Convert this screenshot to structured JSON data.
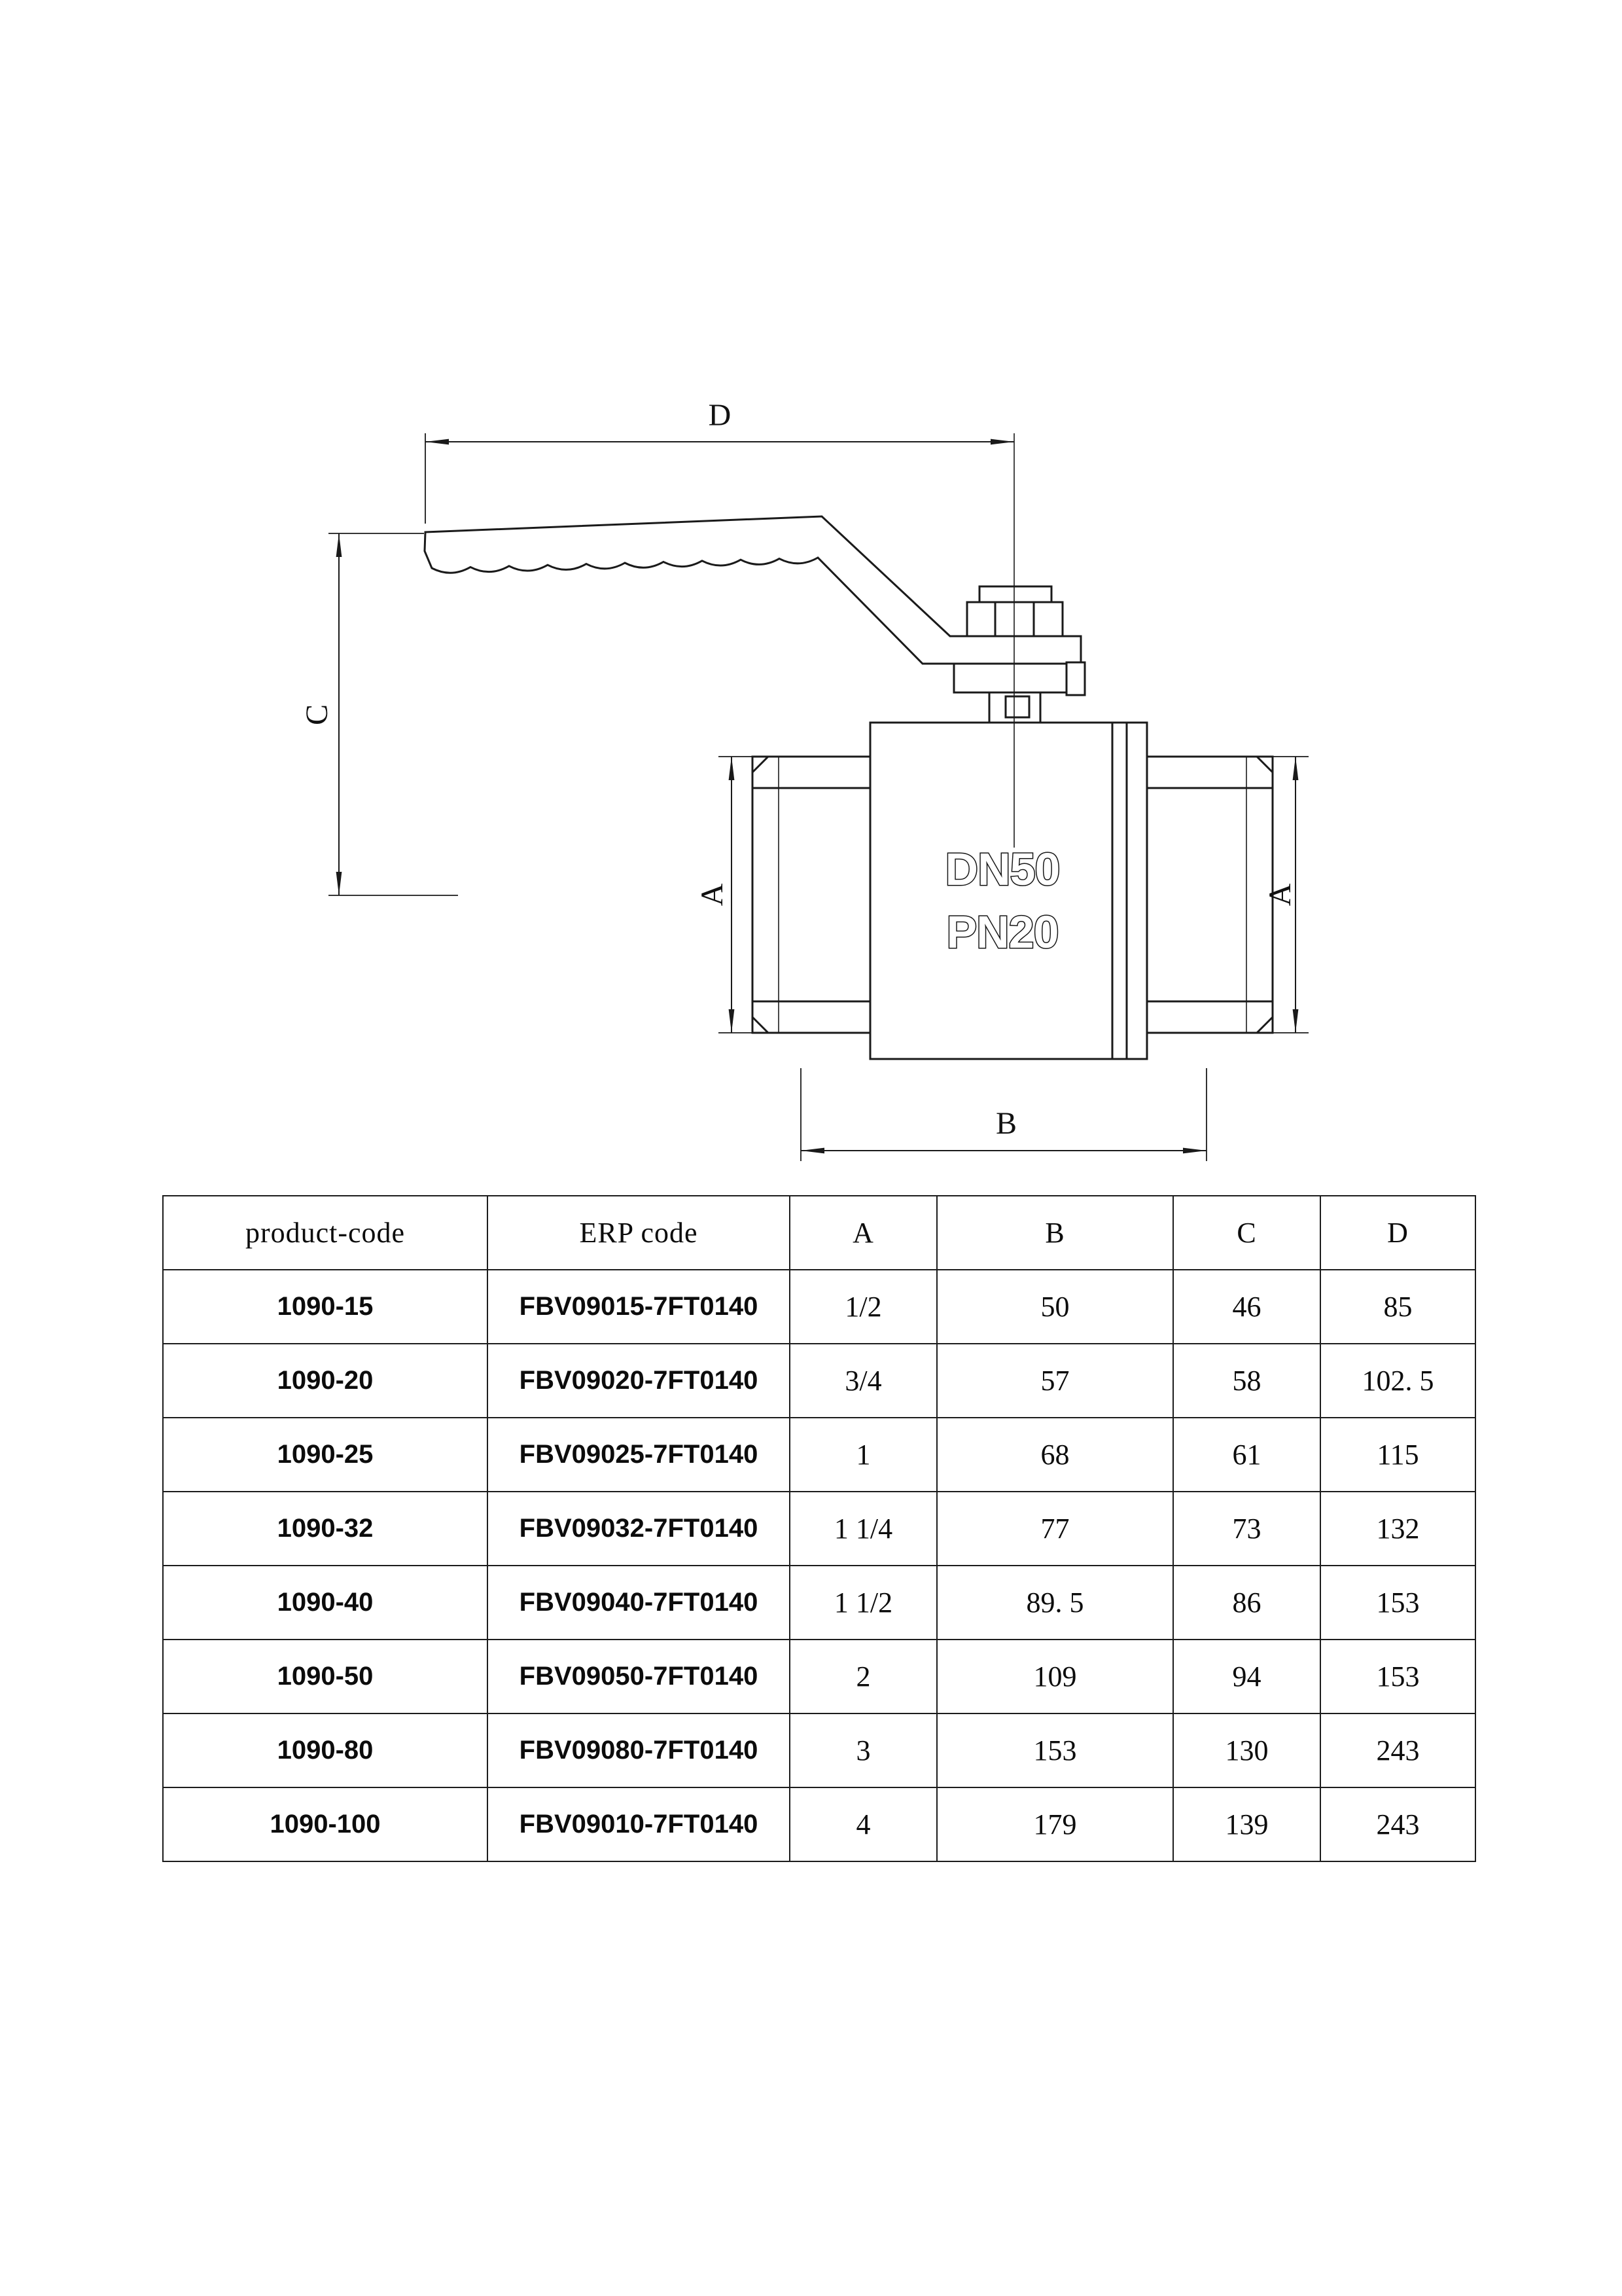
{
  "colors": {
    "background": "#ffffff",
    "line": "#1a1a1a"
  },
  "drawing": {
    "labels": {
      "dim_d": "D",
      "dim_c": "C",
      "dim_a_left": "A",
      "dim_a_right": "A",
      "dim_b": "B"
    },
    "valve_markings": {
      "line1": "DN50",
      "line2": "PN20"
    }
  },
  "table": {
    "headers": [
      "product-code",
      "ERP code",
      "A",
      "B",
      "C",
      "D"
    ],
    "rows": [
      [
        "1090-15",
        "FBV09015-7FT0140",
        "1/2",
        "50",
        "46",
        "85"
      ],
      [
        "1090-20",
        "FBV09020-7FT0140",
        "3/4",
        "57",
        "58",
        "102. 5"
      ],
      [
        "1090-25",
        "FBV09025-7FT0140",
        "1",
        "68",
        "61",
        "115"
      ],
      [
        "1090-32",
        "FBV09032-7FT0140",
        "1 1/4",
        "77",
        "73",
        "132"
      ],
      [
        "1090-40",
        "FBV09040-7FT0140",
        "1 1/2",
        "89. 5",
        "86",
        "153"
      ],
      [
        "1090-50",
        "FBV09050-7FT0140",
        "2",
        "109",
        "94",
        "153"
      ],
      [
        "1090-80",
        "FBV09080-7FT0140",
        "3",
        "153",
        "130",
        "243"
      ],
      [
        "1090-100",
        "FBV09010-7FT0140",
        "4",
        "179",
        "139",
        "243"
      ]
    ]
  }
}
